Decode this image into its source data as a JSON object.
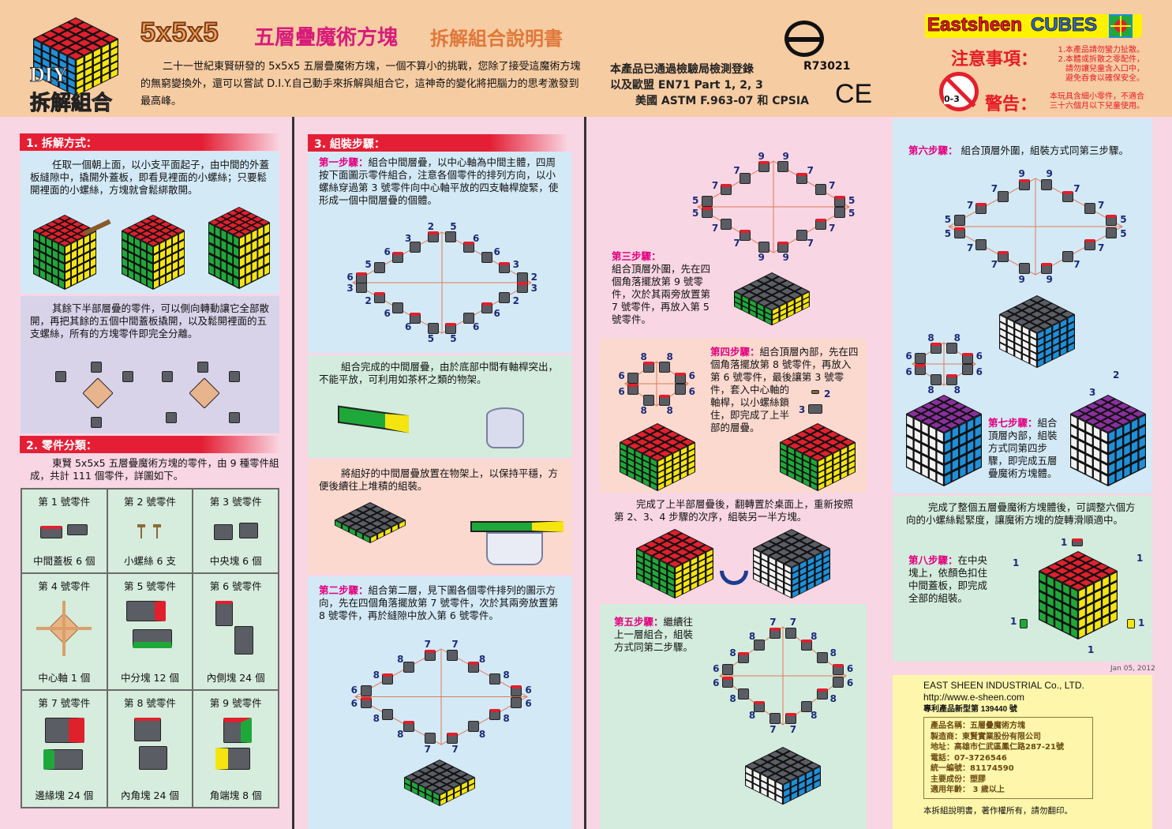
{
  "header": {
    "logo_diy": "DIY",
    "logo_label": "拆解組合",
    "title_size": "5x5x5",
    "title_main": "五層疊魔術方塊",
    "title_sub": "拆解組合說明書",
    "intro": "二十一世紀東賢研發的 5x5x5 五層疊魔術方塊，一個不算小的挑戰，您除了接受這魔術方塊的無窮變換外，還可以嘗試 D.I.Y.自己動手來拆解與組合它，這神奇的變化將把腦力的思考激發到最高峰。",
    "cert_lines": [
      "本產品已通過檢驗局檢測登錄",
      "以及歐盟 EN71 Part 1, 2, 3",
      "美國 ASTM F.963-07 和 CPSIA"
    ],
    "cert_code": "R73021",
    "ce_mark": "CE",
    "brand": "Eastsheen",
    "brand2": "CUBES",
    "notice_title": "注意事項：",
    "notice_lines": [
      "1.本產品請勿蠻力扯散。",
      "2.本體或拆散之零配件，",
      "請勿讓兒童含入口中，",
      "避免吞食以確保安全。"
    ],
    "age_badge": "0-3",
    "warning_title": "警告：",
    "warning_lines": [
      "本玩具含細小零件，不適合",
      "三十六個月以下兒童使用。"
    ]
  },
  "section1": {
    "title": "1. 拆解方式：",
    "text1": "任取一個朝上面，以小支平面起子，由中間的外蓋板縫隙中，撬開外蓋板，即看見裡面的小螺絲；只要鬆開裡面的小螺絲，方塊就會鬆綁散開。",
    "text2": "其餘下半部層疊的零件，可以側向轉動讓它全部散開，再把其餘的五個中間蓋板撬開，以及鬆開裡面的五支螺絲，所有的方塊零件即完全分離。"
  },
  "section2": {
    "title": "2. 零件分類：",
    "text": "東賢 5x5x5 五層疊魔術方塊的零件，由 9 種零件組成，共計 111 個零件，詳圖如下。",
    "parts": [
      {
        "title": "第 1 號零件",
        "caption": "中間蓋板 6 個"
      },
      {
        "title": "第 2 號零件",
        "caption": "小螺絲 6 支"
      },
      {
        "title": "第 3 號零件",
        "caption": "中央塊 6 個"
      },
      {
        "title": "第 4 號零件",
        "caption": "中心軸 1 個"
      },
      {
        "title": "第 5 號零件",
        "caption": "中分塊 12 個"
      },
      {
        "title": "第 6 號零件",
        "caption": "內側塊 24 個"
      },
      {
        "title": "第 7 號零件",
        "caption": "邊緣塊 24 個"
      },
      {
        "title": "第 8 號零件",
        "caption": "內角塊 24 個"
      },
      {
        "title": "第 9 號零件",
        "caption": "角端塊 8 個"
      }
    ]
  },
  "section3": {
    "title": "3. 組裝步驟：",
    "step1_label": "第一步驟：",
    "step1_text": "組合中間層疊，以中心軸為中間主體，四周按下面圖示零件組合，注意各個零件的排列方向，以小螺絲穿過第 3 號零件向中心軸平放的四支軸桿旋緊，使形成一個中間層疊的個體。",
    "step1_numbers": [
      "5",
      "6",
      "6",
      "3",
      "2",
      "3",
      "2",
      "6",
      "6",
      "5",
      "5",
      "6",
      "6",
      "2",
      "3",
      "6",
      "5",
      "6",
      "3",
      "2"
    ],
    "text_support": "組合完成的中間層疊，由於底部中間有軸桿突出，不能平放，可利用如茶杯之類的物架。",
    "text_place": "將組好的中間層疊放置在物架上，以保持平穩，方便後續往上堆積的組裝。",
    "step2_label": "第二步驟：",
    "step2_text": "組合第二層，見下圖各個零件排列的圖示方向，先在四個角落擺放第 7 號零件，次於其兩旁放置第 8 號零件，再於縫隙中放入第 6 號零件。",
    "step2_numbers": [
      "7",
      "8",
      "8",
      "6",
      "6",
      "8",
      "8",
      "7",
      "7",
      "8",
      "8",
      "6",
      "6",
      "8",
      "8",
      "7"
    ]
  },
  "col3": {
    "step3_label": "第三步驟：",
    "step3_text": "組合頂層外圍，先在四個角落擺放第 9 號零件，次於其兩旁放置第 7 號零件，再放入第 5 號零件。",
    "step3_numbers": [
      "9",
      "7",
      "7",
      "5",
      "5",
      "7",
      "7",
      "9",
      "9",
      "7",
      "7",
      "5",
      "5",
      "7",
      "7",
      "9"
    ],
    "step4_label": "第四步驟：",
    "step4_text": "組合頂層內部，先在四個角落擺放第 8 號零件，再放入第 6 號零件，最後讓第 3 號零件，套入中心軸的軸桿，以小螺絲鎖住，即完成了上半部的層疊。",
    "step4_numbers": [
      "8",
      "6",
      "6",
      "8",
      "8",
      "6",
      "6",
      "8"
    ],
    "step4_screw": [
      "2",
      "3"
    ],
    "flip_text": "完成了上半部層疊後，翻轉置於桌面上，重新按照第 2、3、4 步驟的次序，組裝另一半方塊。",
    "step5_label": "第五步驟：",
    "step5_text": "繼續往上一層組合，組裝方式同第二步驟。",
    "step5_numbers": [
      "7",
      "8",
      "8",
      "6",
      "6",
      "8",
      "8",
      "7",
      "7",
      "8",
      "8",
      "6",
      "6",
      "8",
      "8",
      "7"
    ]
  },
  "col4": {
    "step6_label": "第六步驟：",
    "step6_text": "組合頂層外圍，組裝方式同第三步驟。",
    "step6_numbers": [
      "9",
      "7",
      "7",
      "5",
      "5",
      "7",
      "7",
      "9",
      "9",
      "7",
      "7",
      "5",
      "5",
      "7",
      "7",
      "9"
    ],
    "step7_label": "第七步驟：",
    "step7_text": "組合頂層內部，組裝方式同第四步驟，即完成五層疊魔術方塊體。",
    "step7_numbers": [
      "8",
      "6",
      "6",
      "8",
      "8",
      "6",
      "6",
      "8"
    ],
    "step7_screw": [
      "2",
      "3"
    ],
    "adjust_text": "完成了整個五層疊魔術方塊體後，可調整六個方向的小螺絲鬆緊度，讓魔術方塊的旋轉滑順適中。",
    "step8_label": "第八步驟：",
    "step8_text": "在中央塊上，依顏色扣住中間蓋板，即完成全部的組裝。",
    "step8_numbers": [
      "1",
      "1",
      "1",
      "1",
      "1",
      "1"
    ],
    "date": "Jan 05, 2012"
  },
  "company": {
    "name": "EAST SHEEN INDUSTRIAL Co., LTD.",
    "url": "http://www.e-sheen.com",
    "patent": "專利產品新型第 139440 號",
    "info": [
      "產品名稱：五層疊魔術方塊",
      "製造商：東賢實業股份有限公司",
      "地址：高雄市仁武區鳳仁路287-21號",
      "電話：07-3726546",
      "統一編號：81174590",
      "主要成份：塑膠",
      "適用年齡： 3 歲以上"
    ],
    "copyright": "本拆組說明書，著作權所有，請勿翻印。"
  },
  "colors": {
    "red": "#e0202d",
    "green": "#1fa83a",
    "yellow": "#f5e50f",
    "blue": "#1e8fd8",
    "white": "#f2f2f2",
    "purple": "#8a2f9e",
    "gray": "#5a5d64",
    "accent": "#e4007f"
  }
}
